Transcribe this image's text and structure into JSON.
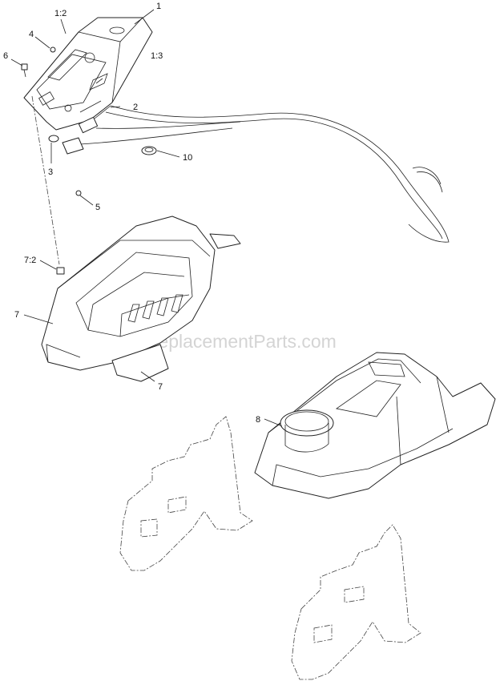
{
  "watermark": "eReplacementParts.com",
  "callouts": {
    "c1": "1",
    "c1_2": "1:2",
    "c1_3": "1:3",
    "c2": "2",
    "c3": "3",
    "c4": "4",
    "c5": "5",
    "c6": "6",
    "c7_2": "7:2",
    "c7a": "7",
    "c7b": "7",
    "c8": "8",
    "c10": "10"
  },
  "icons": {
    "panel": "control-panel-icon",
    "harness": "wire-harness-icon",
    "housing": "seat-base-housing-icon",
    "console": "cup-holder-console-icon",
    "shield": "heat-shield-outline-icon"
  }
}
